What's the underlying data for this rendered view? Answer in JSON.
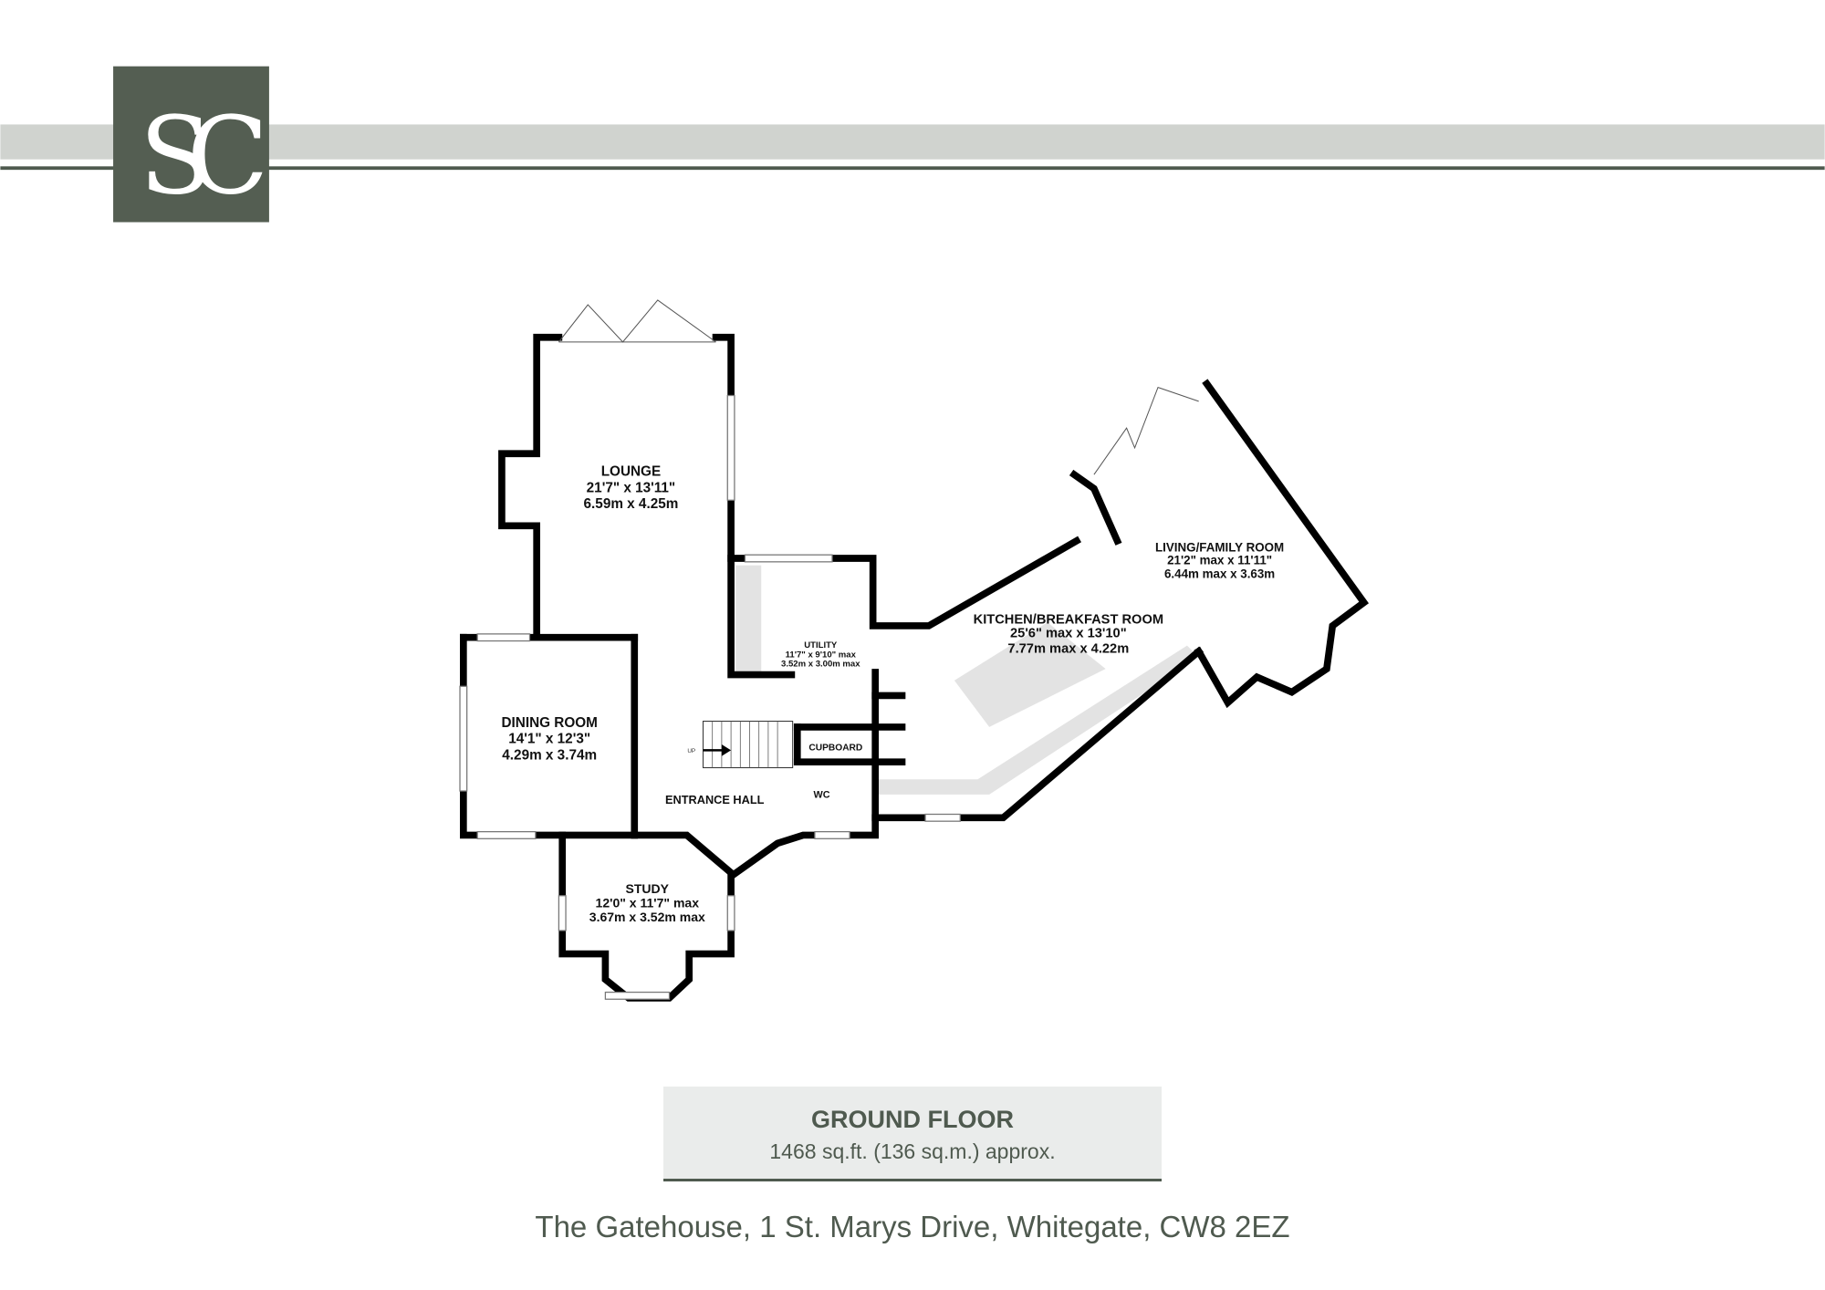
{
  "brand": {
    "logo_text": "SC",
    "color": "#545e52",
    "band_color": "#d0d3cf"
  },
  "rooms": {
    "lounge": {
      "name": "LOUNGE",
      "imperial": "21'7\"  x 13'11\"",
      "metric": "6.59m  x 4.25m"
    },
    "dining": {
      "name": "DINING ROOM",
      "imperial": "14'1\"  x 12'3\"",
      "metric": "4.29m  x 3.74m"
    },
    "hall": {
      "name": "ENTRANCE HALL"
    },
    "study": {
      "name": "STUDY",
      "imperial": "12'0\"  x 11'7\" max",
      "metric": "3.67m  x 3.52m max"
    },
    "utility": {
      "name": "UTILITY",
      "imperial": "11'7\"  x 9'10\" max",
      "metric": "3.52m  x 3.00m max"
    },
    "kitchen": {
      "name": "KITCHEN/BREAKFAST ROOM",
      "imperial": "25'6\" max x 13'10\"",
      "metric": "7.77m max x 4.22m"
    },
    "living": {
      "name": "LIVING/FAMILY ROOM",
      "imperial": "21'2\" max x 11'11\"",
      "metric": "6.44m max x 3.63m"
    },
    "cupboard": {
      "name": "CUPBOARD"
    },
    "wc": {
      "name": "WC"
    },
    "stairs": {
      "label": "UP"
    }
  },
  "caption": {
    "title": "GROUND FLOOR",
    "area": "1468 sq.ft. (136 sq.m.) approx."
  },
  "address": "The Gatehouse, 1 St. Marys Drive, Whitegate, CW8 2EZ"
}
